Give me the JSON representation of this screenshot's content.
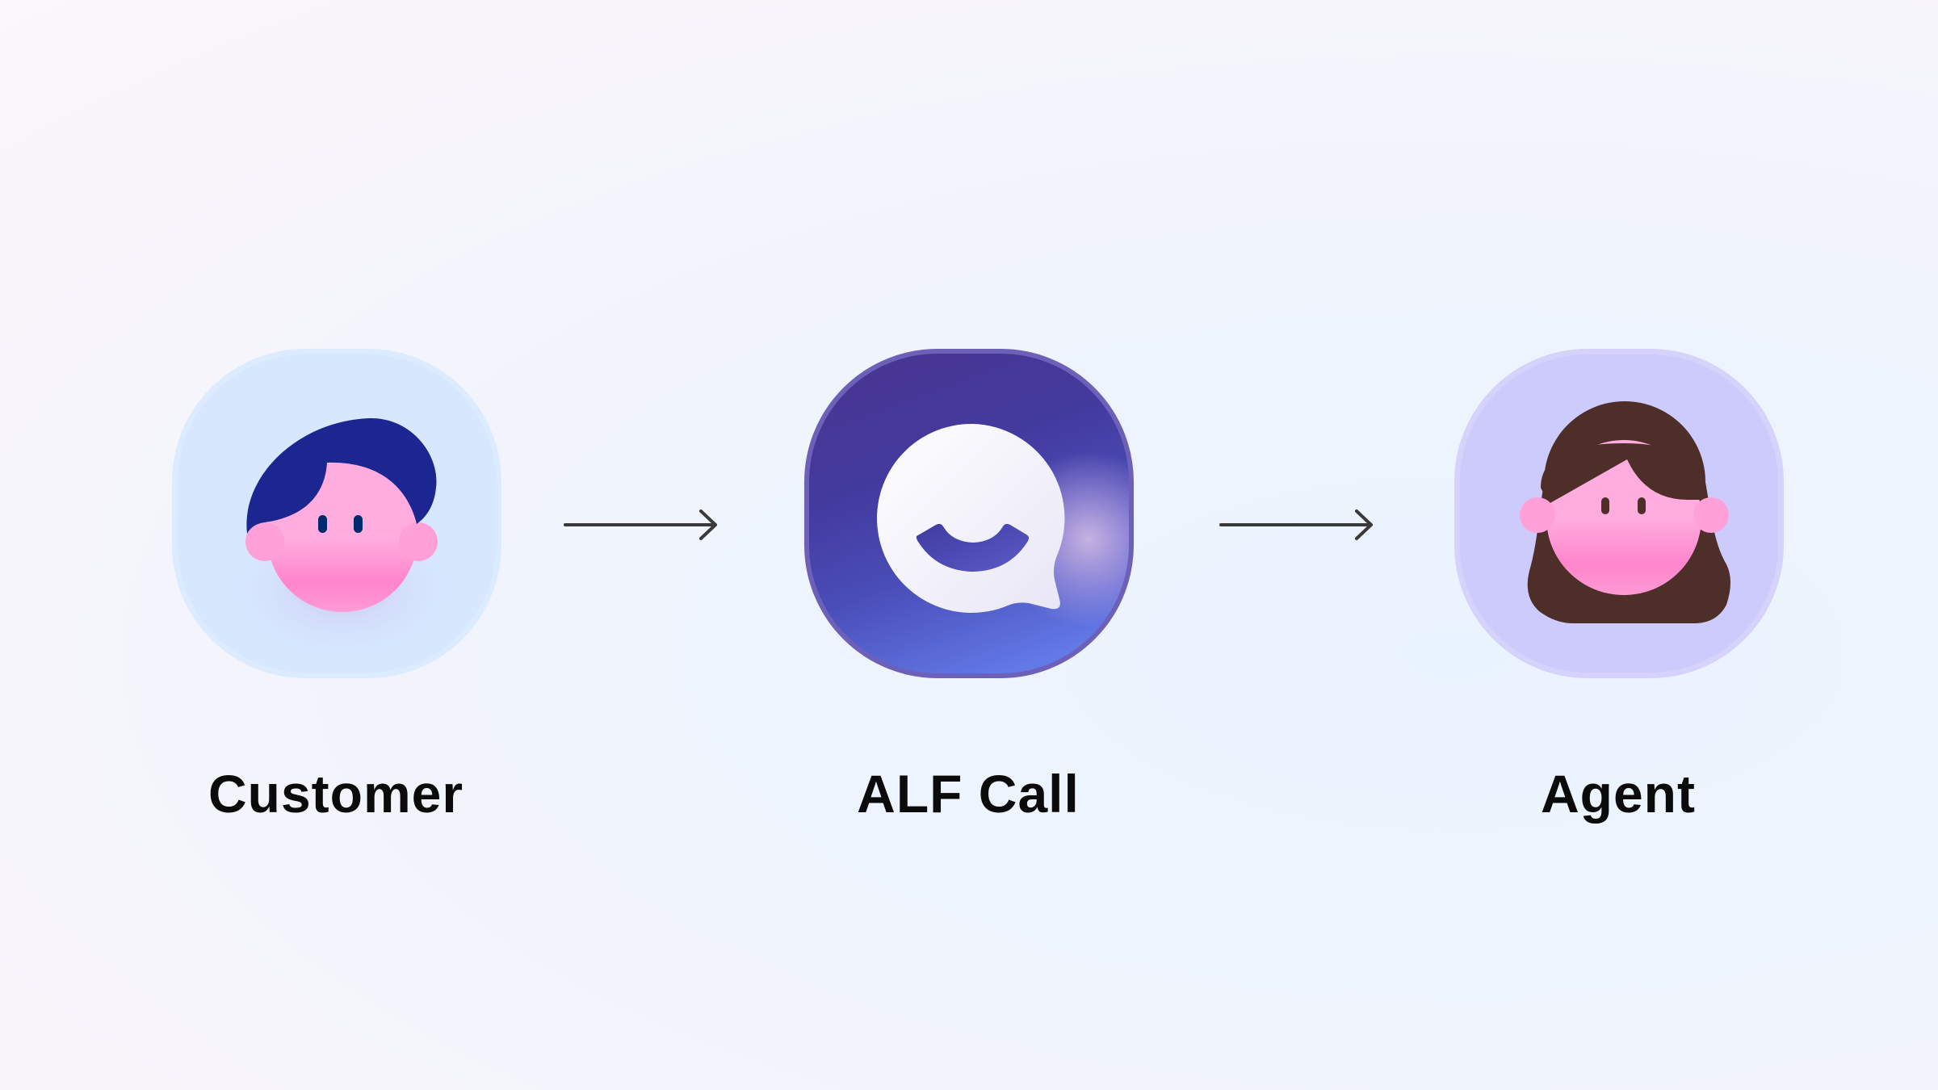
{
  "nodes": [
    {
      "id": "customer",
      "label": "Customer",
      "icon": "customer-avatar-icon"
    },
    {
      "id": "alf",
      "label": "ALF Call",
      "icon": "alf-chat-bubble-icon"
    },
    {
      "id": "agent",
      "label": "Agent",
      "icon": "agent-avatar-icon"
    }
  ],
  "edges": [
    {
      "from": "customer",
      "to": "alf"
    },
    {
      "from": "alf",
      "to": "agent"
    }
  ],
  "colors": {
    "customer_bg": "#d6e7fe",
    "alf_accent": "#433a9e",
    "agent_bg": "#cdcbfc",
    "face": "#ffade0",
    "arrow": "#3a3a3a"
  }
}
